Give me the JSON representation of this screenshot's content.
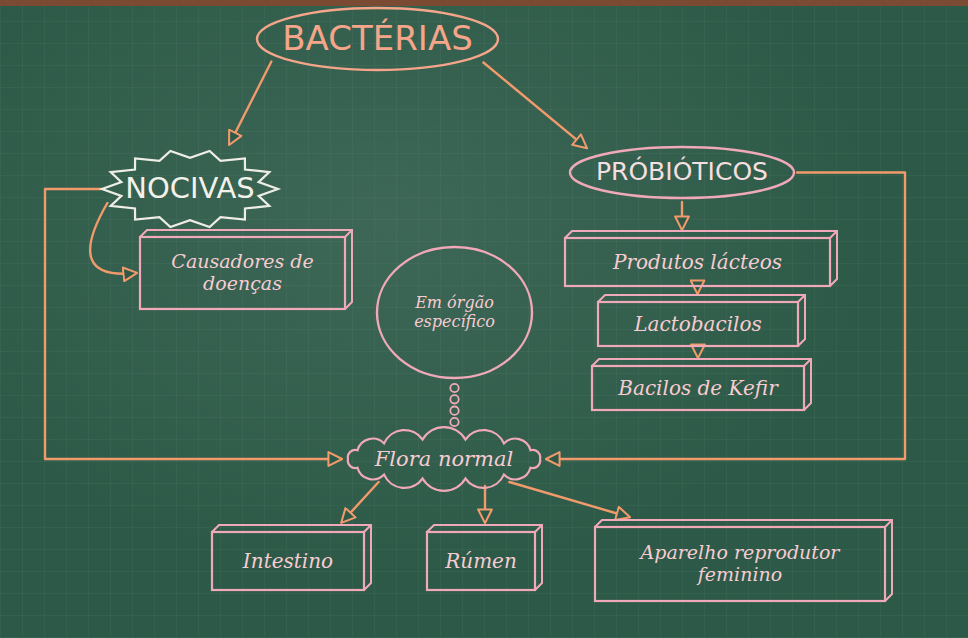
{
  "diagram": {
    "nodes": [
      {
        "text": [
          "BACTÉRIAS"
        ]
      },
      {
        "text": [
          "NOCIVAS"
        ]
      },
      {
        "text": [
          "PRÓBIÓTICOS"
        ]
      },
      {
        "text": [
          "Causadores de doenças"
        ]
      },
      {
        "text": [
          "Em órgão específico"
        ]
      },
      {
        "text": [
          "Produtos lácteos"
        ]
      },
      {
        "text": [
          "Lactobacilos"
        ]
      },
      {
        "text": [
          "Bacilos de Kefir"
        ]
      },
      {
        "text": [
          "Flora normal"
        ]
      },
      {
        "text": [
          "Intestino"
        ]
      },
      {
        "text": [
          "Rúmen"
        ]
      },
      {
        "text": [
          "Aparelho reprodutor feminino"
        ]
      }
    ],
    "edges": [
      {
        "from": 0,
        "to": 1,
        "arrow": "to"
      },
      {
        "from": 0,
        "to": 2,
        "arrow": "to"
      },
      {
        "from": 1,
        "to": 3,
        "arrow": "to"
      },
      {
        "from": 1,
        "to": 8,
        "arrow": "to"
      },
      {
        "from": 2,
        "to": 5,
        "arrow": "to"
      },
      {
        "from": 5,
        "to": 6,
        "arrow": "to"
      },
      {
        "from": 6,
        "to": 7,
        "arrow": "to"
      },
      {
        "from": 2,
        "to": 8,
        "arrow": "to"
      },
      {
        "from": 4,
        "to": 8,
        "arrow": "none"
      },
      {
        "from": 8,
        "to": 9,
        "arrow": "to"
      },
      {
        "from": 8,
        "to": 10,
        "arrow": "to"
      },
      {
        "from": 8,
        "to": 11,
        "arrow": "to"
      }
    ]
  }
}
